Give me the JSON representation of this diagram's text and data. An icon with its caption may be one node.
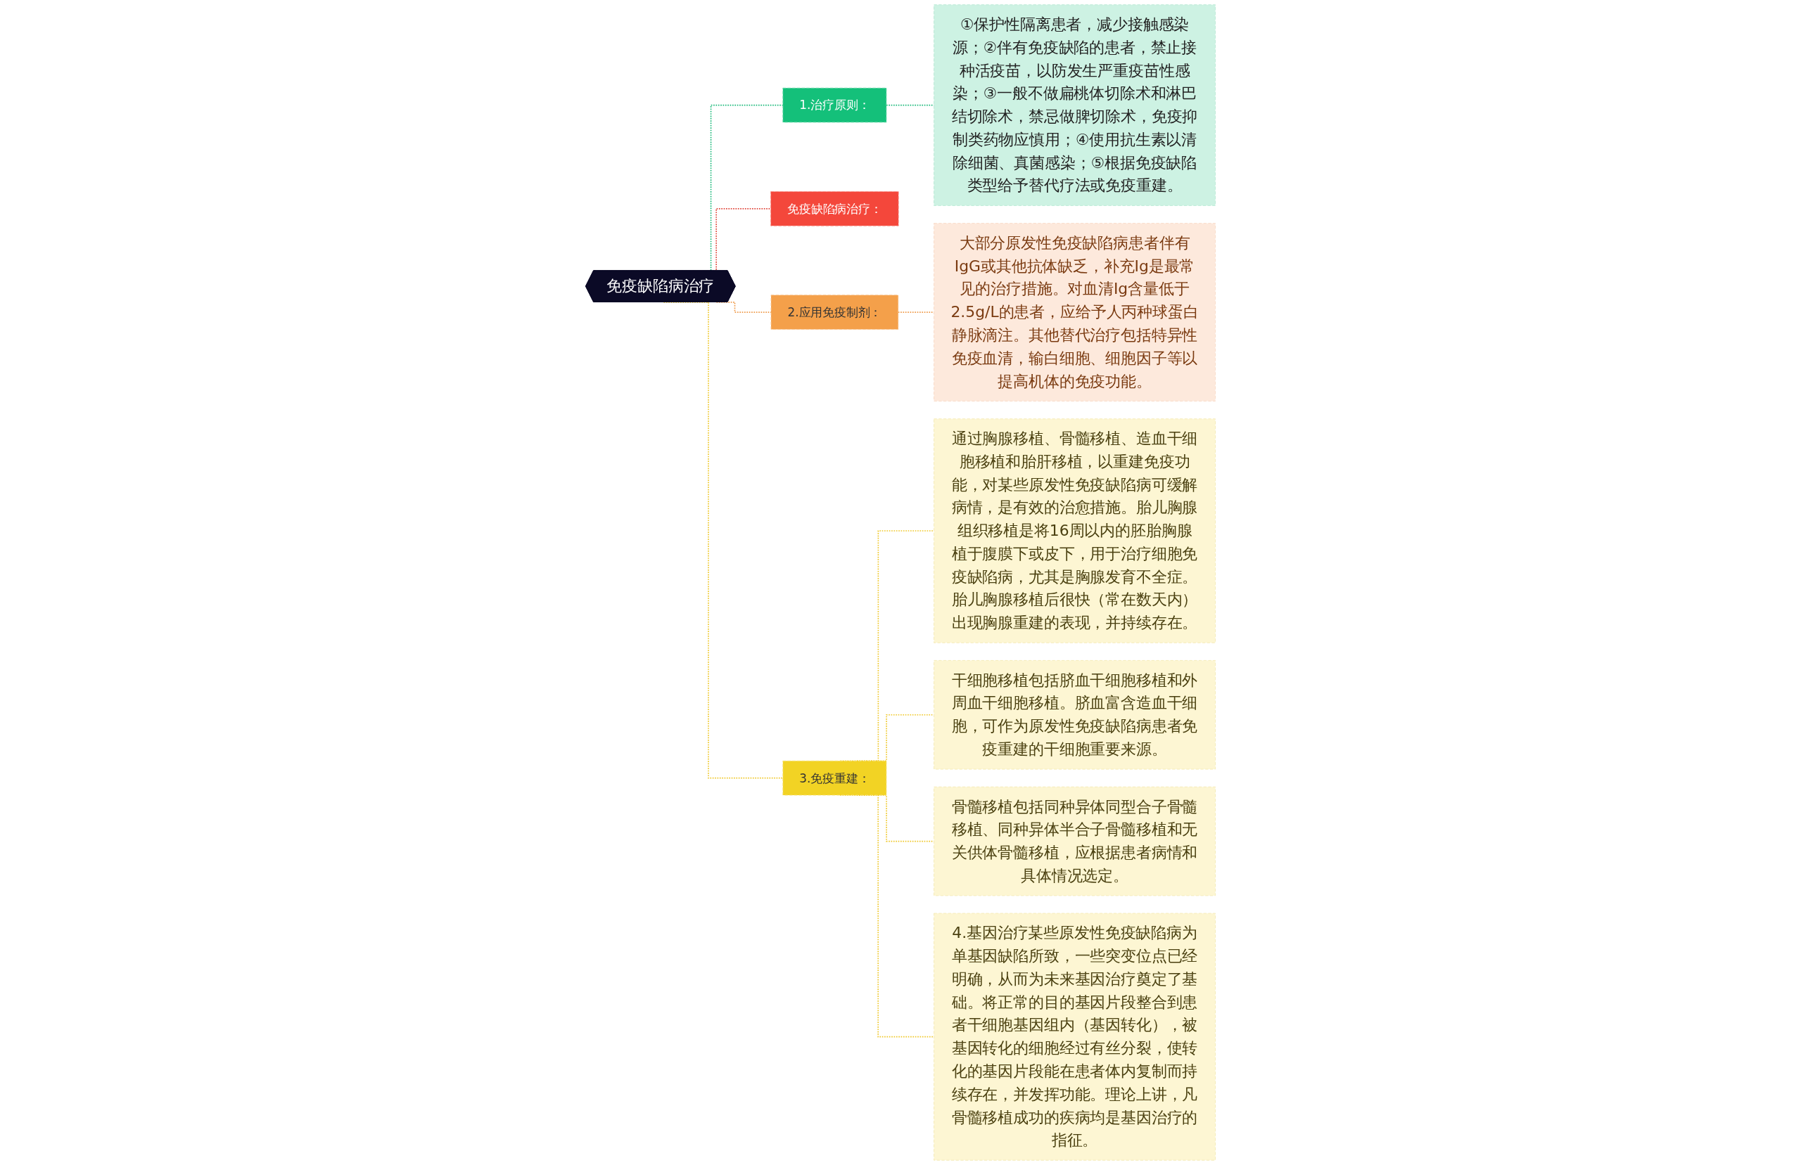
{
  "diagram": {
    "nodes": [
      {
        "text": [
          "免疫缺陷病治疗"
        ]
      },
      {
        "text": [
          "1.治疗原则："
        ]
      },
      {
        "text": [
          "①保护性隔离患者，减少接触感染源；②伴有免疫缺陷的患者，禁止接种活疫苗，以防发生严重疫苗性感染；③一般不做扁桃体切除术和淋巴结切除术，禁忌做脾切除术，免疫抑制类药物应慎用；④使用抗生素以清除细菌、真菌感染；⑤根据免疫缺陷类型给予替代疗法或免疫重建。"
        ]
      },
      {
        "text": [
          "免疫缺陷病治疗："
        ]
      },
      {
        "text": [
          "2.应用免疫制剂："
        ]
      },
      {
        "text": [
          "大部分原发性免疫缺陷病患者伴有IgG或其他抗体缺乏，补充Ig是最常见的治疗措施。对血清Ig含量低于2.5g/L的患者，应给予人丙种球蛋白静脉滴注。其他替代治疗包括特异性免疫血清，输白细胞、细胞因子等以提高机体的免疫功能。"
        ]
      },
      {
        "text": [
          "3.免疫重建："
        ]
      },
      {
        "text": [
          "通过胸腺移植、骨髓移植、造血干细胞移植和胎肝移植，以重建免疫功能，对某些原发性免疫缺陷病可缓解病情，是有效的治愈措施。胎儿胸腺组织移植是将16周以内的胚胎胸腺植于腹膜下或皮下，用于治疗细胞免疫缺陷病，尤其是胸腺发育不全症。胎儿胸腺移植后很快（常在数天内）出现胸腺重建的表现，并持续存在。"
        ]
      },
      {
        "text": [
          "干细胞移植包括脐血干细胞移植和外周血干细胞移植。脐血富含造血干细胞，可作为原发性免疫缺陷病患者免疫重建的干细胞重要来源。"
        ]
      },
      {
        "text": [
          "骨髓移植包括同种异体同型合子骨髓移植、同种异体半合子骨髓移植和无关供体骨髓移植，应根据患者病情和具体情况选定。"
        ]
      },
      {
        "text": [
          "4.基因治疗某些原发性免疫缺陷病为单基因缺陷所致，一些突变位点已经明确，从而为未来基因治疗奠定了基础。将正常的目的基因片段整合到患者干细胞基因组内（基因转化），被基因转化的细胞经过有丝分裂，使转化的基因片段能在患者体内复制而持续存在，并发挥功能。理论上讲，凡骨髓移植成功的疾病均是基因治疗的指征。"
        ]
      }
    ],
    "edges": [
      {
        "from": 0,
        "to": 1,
        "arrow": "none",
        "style": "dashed",
        "color": "#1bb97a"
      },
      {
        "from": 1,
        "to": 2,
        "arrow": "none",
        "style": "dashed",
        "color": "#1bb97a"
      },
      {
        "from": 0,
        "to": 3,
        "arrow": "none",
        "style": "dashed",
        "color": "#e0463a"
      },
      {
        "from": 0,
        "to": 4,
        "arrow": "none",
        "style": "dashed",
        "color": "#ef9a4a"
      },
      {
        "from": 4,
        "to": 5,
        "arrow": "none",
        "style": "dashed",
        "color": "#ef9a4a"
      },
      {
        "from": 0,
        "to": 6,
        "arrow": "none",
        "style": "dashed"
      },
      {
        "from": 6,
        "to": 7,
        "arrow": "none",
        "style": "dashed"
      },
      {
        "from": 6,
        "to": 8,
        "arrow": "none",
        "style": "dashed"
      },
      {
        "from": 6,
        "to": 9,
        "arrow": "none",
        "style": "dashed"
      },
      {
        "from": 6,
        "to": 10,
        "arrow": "none",
        "style": "dashed"
      }
    ]
  }
}
